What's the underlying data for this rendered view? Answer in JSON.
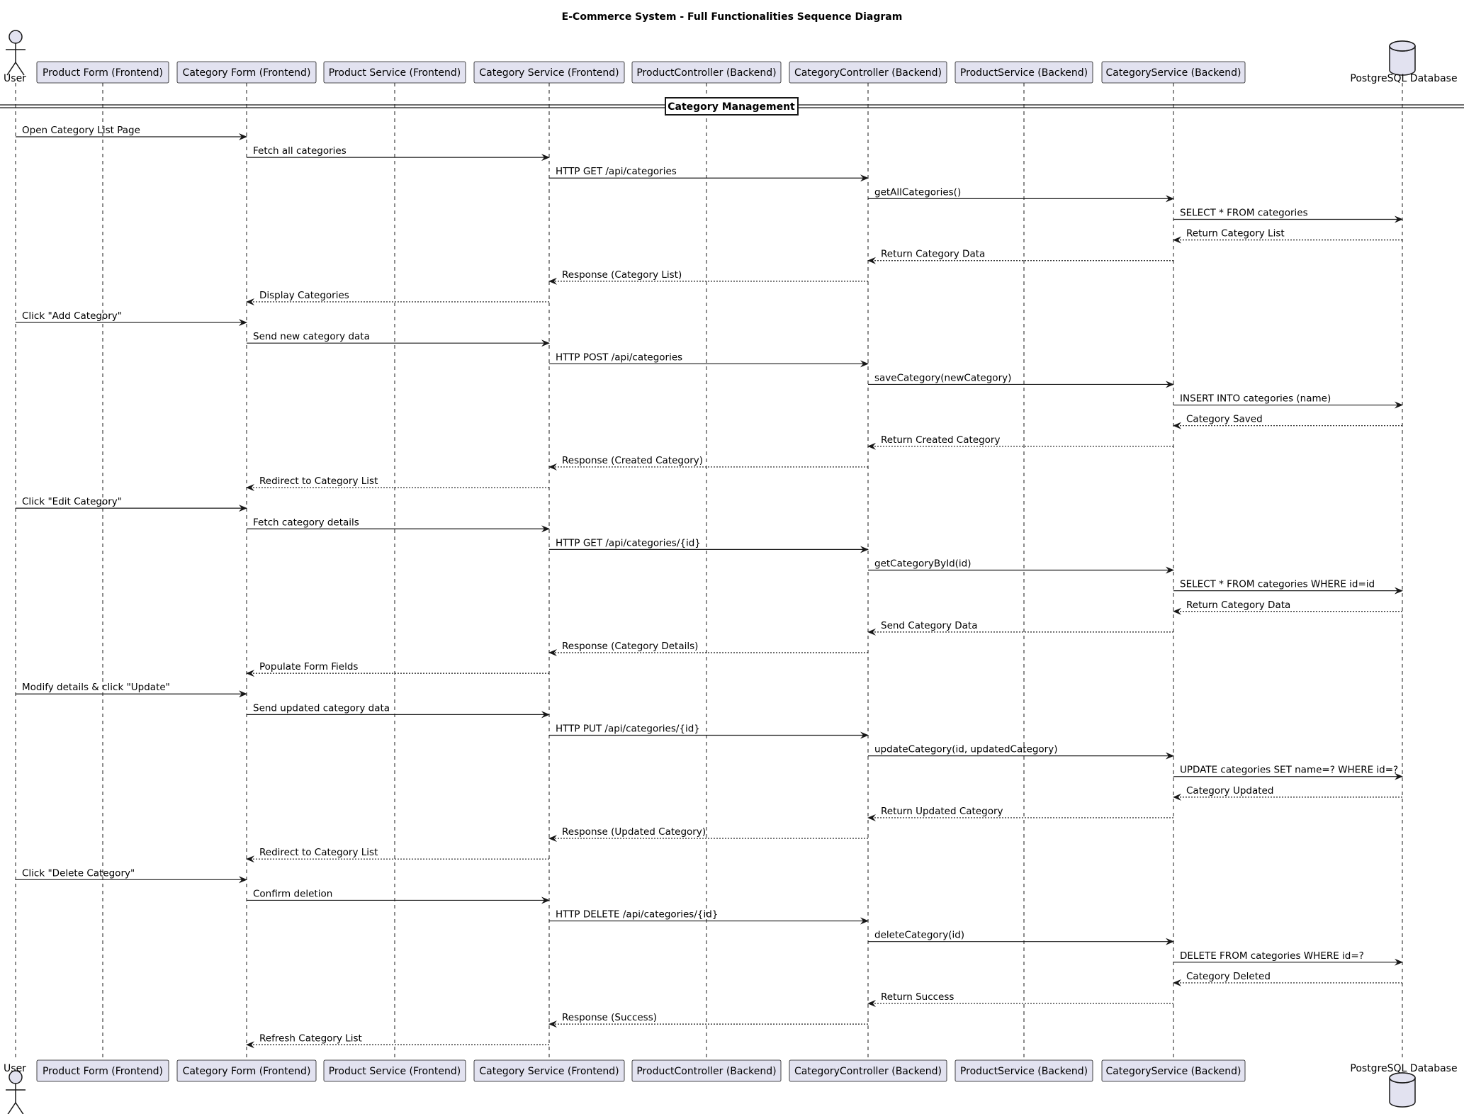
{
  "title": "E-Commerce System - Full Functionalities Sequence Diagram",
  "participants": [
    {
      "id": "user",
      "label": "User",
      "kind": "actor",
      "icon": "actor-icon"
    },
    {
      "id": "pf",
      "label": "Product Form (Frontend)",
      "kind": "box"
    },
    {
      "id": "cf",
      "label": "Category Form (Frontend)",
      "kind": "box"
    },
    {
      "id": "ps",
      "label": "Product Service (Frontend)",
      "kind": "box"
    },
    {
      "id": "cs",
      "label": "Category Service (Frontend)",
      "kind": "box"
    },
    {
      "id": "pc",
      "label": "ProductController (Backend)",
      "kind": "box"
    },
    {
      "id": "cc",
      "label": "CategoryController (Backend)",
      "kind": "box"
    },
    {
      "id": "pbs",
      "label": "ProductService (Backend)",
      "kind": "box"
    },
    {
      "id": "cbs",
      "label": "CategoryService (Backend)",
      "kind": "box"
    },
    {
      "id": "db",
      "label": "PostgreSQL Database",
      "kind": "database",
      "icon": "database-icon"
    }
  ],
  "sections": [
    {
      "label": "Category Management",
      "before_message": 0
    }
  ],
  "messages": [
    {
      "from": "user",
      "to": "cf",
      "label": "Open Category List Page",
      "style": "sync"
    },
    {
      "from": "cf",
      "to": "cs",
      "label": "Fetch all categories",
      "style": "sync"
    },
    {
      "from": "cs",
      "to": "cc",
      "label": "HTTP GET /api/categories",
      "style": "sync"
    },
    {
      "from": "cc",
      "to": "cbs",
      "label": "getAllCategories()",
      "style": "sync"
    },
    {
      "from": "cbs",
      "to": "db",
      "label": "SELECT * FROM categories",
      "style": "sync"
    },
    {
      "from": "db",
      "to": "cbs",
      "label": "Return Category List",
      "style": "return"
    },
    {
      "from": "cbs",
      "to": "cc",
      "label": "Return Category Data",
      "style": "return"
    },
    {
      "from": "cc",
      "to": "cs",
      "label": "Response (Category List)",
      "style": "return"
    },
    {
      "from": "cs",
      "to": "cf",
      "label": "Display Categories",
      "style": "return"
    },
    {
      "from": "user",
      "to": "cf",
      "label": "Click \"Add Category\"",
      "style": "sync"
    },
    {
      "from": "cf",
      "to": "cs",
      "label": "Send new category data",
      "style": "sync"
    },
    {
      "from": "cs",
      "to": "cc",
      "label": "HTTP POST /api/categories",
      "style": "sync"
    },
    {
      "from": "cc",
      "to": "cbs",
      "label": "saveCategory(newCategory)",
      "style": "sync"
    },
    {
      "from": "cbs",
      "to": "db",
      "label": "INSERT INTO categories (name)",
      "style": "sync"
    },
    {
      "from": "db",
      "to": "cbs",
      "label": "Category Saved",
      "style": "return"
    },
    {
      "from": "cbs",
      "to": "cc",
      "label": "Return Created Category",
      "style": "return"
    },
    {
      "from": "cc",
      "to": "cs",
      "label": "Response (Created Category)",
      "style": "return"
    },
    {
      "from": "cs",
      "to": "cf",
      "label": "Redirect to Category List",
      "style": "return"
    },
    {
      "from": "user",
      "to": "cf",
      "label": "Click \"Edit Category\"",
      "style": "sync"
    },
    {
      "from": "cf",
      "to": "cs",
      "label": "Fetch category details",
      "style": "sync"
    },
    {
      "from": "cs",
      "to": "cc",
      "label": "HTTP GET /api/categories/{id}",
      "style": "sync"
    },
    {
      "from": "cc",
      "to": "cbs",
      "label": "getCategoryById(id)",
      "style": "sync"
    },
    {
      "from": "cbs",
      "to": "db",
      "label": "SELECT * FROM categories WHERE id=id",
      "style": "sync"
    },
    {
      "from": "db",
      "to": "cbs",
      "label": "Return Category Data",
      "style": "return"
    },
    {
      "from": "cbs",
      "to": "cc",
      "label": "Send Category Data",
      "style": "return"
    },
    {
      "from": "cc",
      "to": "cs",
      "label": "Response (Category Details)",
      "style": "return"
    },
    {
      "from": "cs",
      "to": "cf",
      "label": "Populate Form Fields",
      "style": "return"
    },
    {
      "from": "user",
      "to": "cf",
      "label": "Modify details & click \"Update\"",
      "style": "sync"
    },
    {
      "from": "cf",
      "to": "cs",
      "label": "Send updated category data",
      "style": "sync"
    },
    {
      "from": "cs",
      "to": "cc",
      "label": "HTTP PUT /api/categories/{id}",
      "style": "sync"
    },
    {
      "from": "cc",
      "to": "cbs",
      "label": "updateCategory(id, updatedCategory)",
      "style": "sync"
    },
    {
      "from": "cbs",
      "to": "db",
      "label": "UPDATE categories SET name=? WHERE id=?",
      "style": "sync"
    },
    {
      "from": "db",
      "to": "cbs",
      "label": "Category Updated",
      "style": "return"
    },
    {
      "from": "cbs",
      "to": "cc",
      "label": "Return Updated Category",
      "style": "return"
    },
    {
      "from": "cc",
      "to": "cs",
      "label": "Response (Updated Category)",
      "style": "return"
    },
    {
      "from": "cs",
      "to": "cf",
      "label": "Redirect to Category List",
      "style": "return"
    },
    {
      "from": "user",
      "to": "cf",
      "label": "Click \"Delete Category\"",
      "style": "sync"
    },
    {
      "from": "cf",
      "to": "cs",
      "label": "Confirm deletion",
      "style": "sync"
    },
    {
      "from": "cs",
      "to": "cc",
      "label": "HTTP DELETE /api/categories/{id}",
      "style": "sync"
    },
    {
      "from": "cc",
      "to": "cbs",
      "label": "deleteCategory(id)",
      "style": "sync"
    },
    {
      "from": "cbs",
      "to": "db",
      "label": "DELETE FROM categories WHERE id=?",
      "style": "sync"
    },
    {
      "from": "db",
      "to": "cbs",
      "label": "Category Deleted",
      "style": "return"
    },
    {
      "from": "cbs",
      "to": "cc",
      "label": "Return Success",
      "style": "return"
    },
    {
      "from": "cc",
      "to": "cs",
      "label": "Response (Success)",
      "style": "return"
    },
    {
      "from": "cs",
      "to": "cf",
      "label": "Refresh Category List",
      "style": "return"
    }
  ],
  "colors": {
    "participant_fill": "#e2e2f0",
    "participant_border": "#181818",
    "lifeline": "#181818",
    "arrow": "#181818",
    "text": "#000000",
    "background": "#ffffff"
  }
}
